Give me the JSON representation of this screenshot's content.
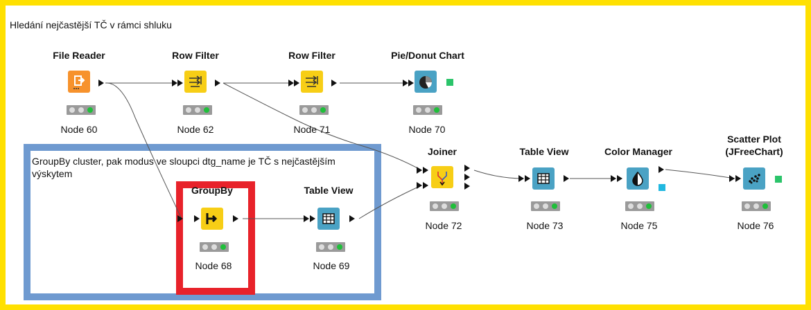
{
  "annotation_main": "Hledání nejčastější TČ v rámci shluku",
  "annotation_group": "GroupBy cluster, pak modus ve sloupci dtg_name je TČ s nejčastějším výskytem",
  "nodes": {
    "n60": {
      "title": "File Reader",
      "label": "Node 60"
    },
    "n62": {
      "title": "Row Filter",
      "label": "Node 62"
    },
    "n71": {
      "title": "Row Filter",
      "label": "Node 71"
    },
    "n70": {
      "title": "Pie/Donut Chart",
      "label": "Node 70"
    },
    "n68": {
      "title": "GroupBy",
      "label": "Node 68"
    },
    "n69": {
      "title": "Table View",
      "label": "Node 69"
    },
    "n72": {
      "title": "Joiner",
      "label": "Node 72"
    },
    "n73": {
      "title": "Table View",
      "label": "Node 73"
    },
    "n75": {
      "title": "Color Manager",
      "label": "Node 75"
    },
    "n76": {
      "title": "Scatter Plot (JFreeChart)",
      "title_line1": "Scatter Plot",
      "title_line2": "(JFreeChart)",
      "label": "Node 76"
    }
  },
  "colors": {
    "frame": "#ffe000",
    "group_box": "#6f9ad0",
    "highlight_box": "#e8222a",
    "source_node": "#f7922c",
    "manipulator_node": "#f7ce16",
    "view_node": "#4aa2c4",
    "status_green": "#1fbf3a",
    "view_port_green": "#2bc46a",
    "view_port_cyan": "#21b8e0"
  }
}
